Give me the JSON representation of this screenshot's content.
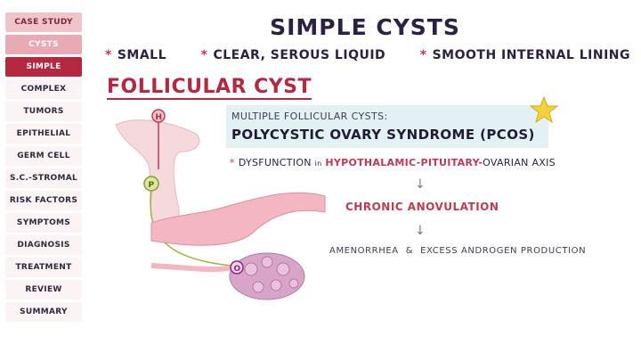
{
  "sidebar": {
    "items": [
      {
        "label": "Case Study",
        "state": "header"
      },
      {
        "label": "Cysts",
        "state": "cat"
      },
      {
        "label": "Simple",
        "state": "active"
      },
      {
        "label": "Complex",
        "state": "normal"
      },
      {
        "label": "Tumors",
        "state": "normal"
      },
      {
        "label": "Epithelial",
        "state": "normal"
      },
      {
        "label": "Germ Cell",
        "state": "normal"
      },
      {
        "label": "S.C.-Stromal",
        "state": "normal"
      },
      {
        "label": "Risk Factors",
        "state": "normal"
      },
      {
        "label": "Symptoms",
        "state": "normal"
      },
      {
        "label": "Diagnosis",
        "state": "normal"
      },
      {
        "label": "Treatment",
        "state": "normal"
      },
      {
        "label": "Review",
        "state": "normal"
      },
      {
        "label": "Summary",
        "state": "normal"
      }
    ]
  },
  "main": {
    "title": "SIMPLE CYSTS",
    "features": [
      "SMALL",
      "CLEAR, SEROUS LIQUID",
      "SMOOTH INTERNAL LINING"
    ],
    "subtitle": "FOLLICULAR CYST",
    "pcos": {
      "line1": "Multiple follicular cysts:",
      "line2": "POLYCYSTIC OVARY SYNDROME (PCOS)"
    },
    "dysfunction": {
      "prefix": "DYSFUNCTION",
      "connector": "in",
      "highlight": "HYPOTHALAMIC-PITUITARY-",
      "suffix": "OVARIAN AXIS"
    },
    "anovulation": "CHRONIC ANOVULATION",
    "outcome": {
      "left": "AMENORRHEA",
      "amp": "&",
      "right": "EXCESS ANDROGEN PRODUCTION"
    },
    "illustration": {
      "top_label": "H",
      "mid_label": "P",
      "ovary_label": "O"
    }
  },
  "colors": {
    "accent": "#b5283f",
    "sidebar_active": "#b5283f",
    "sidebar_cat": "#e9a9b5",
    "box_bg": "#e4f1f4",
    "title": "#2c2140"
  }
}
